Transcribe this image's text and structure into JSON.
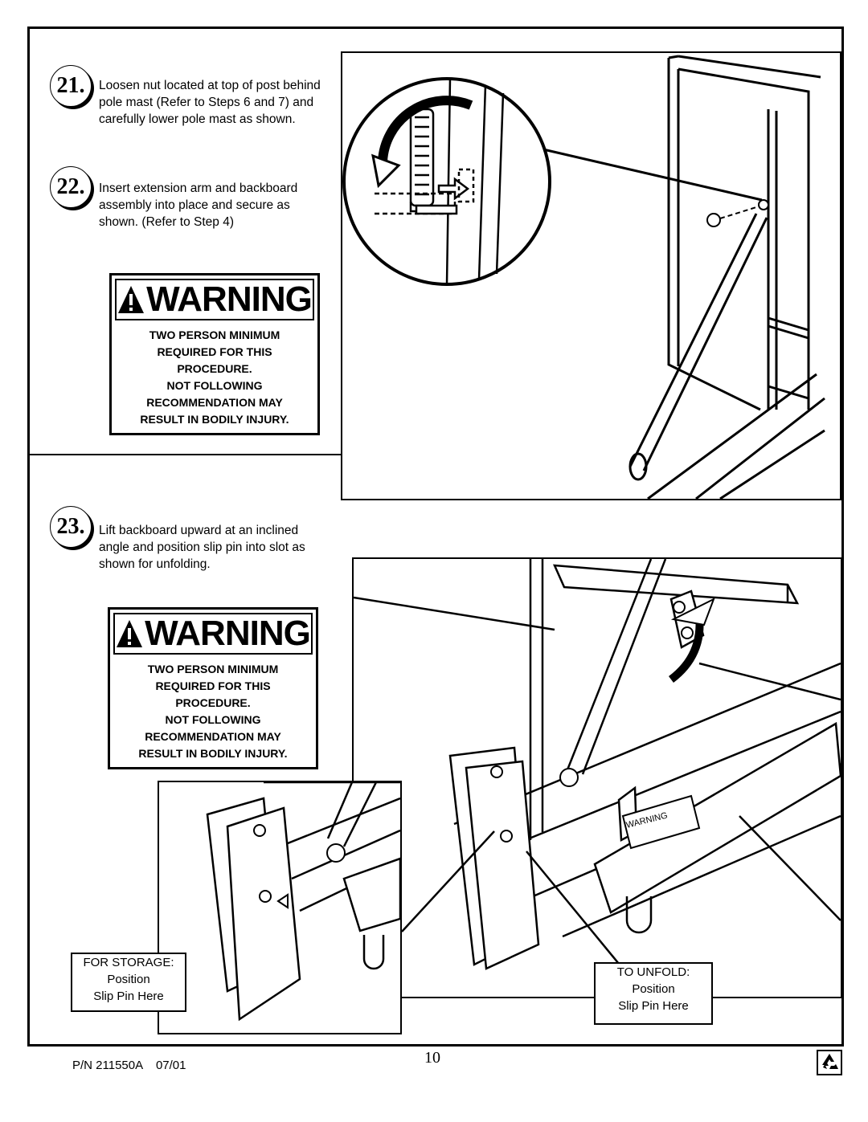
{
  "steps": [
    {
      "number": "21.",
      "text": "Loosen nut located at top of post behind pole mast (Refer to Steps 6 and 7) and carefully lower pole mast as shown."
    },
    {
      "number": "22.",
      "text": "Insert extension arm and backboard assembly into place and secure as shown.  (Refer to Step 4)"
    },
    {
      "number": "23.",
      "text": "Lift backboard upward at an inclined angle and position slip pin into slot as shown for unfolding."
    }
  ],
  "warnings": [
    {
      "title": "WARNING",
      "lines": [
        "TWO PERSON MINIMUM",
        "REQUIRED FOR THIS",
        "PROCEDURE.",
        "NOT FOLLOWING",
        "RECOMMENDATION MAY",
        "RESULT IN BODILY INJURY."
      ]
    },
    {
      "title": "WARNING",
      "lines": [
        "TWO PERSON MINIMUM",
        "REQUIRED FOR THIS",
        "PROCEDURE.",
        "NOT FOLLOWING",
        "RECOMMENDATION MAY",
        "RESULT IN BODILY INJURY."
      ]
    }
  ],
  "labels": {
    "storage": [
      "FOR STORAGE:",
      "Position",
      "Slip Pin Here"
    ],
    "unfold": [
      "TO UNFOLD:",
      "Position",
      "Slip Pin Here"
    ],
    "sticker": "WARNING"
  },
  "footer": {
    "part_number": "P/N 211550A    07/01",
    "page_number": "10"
  }
}
